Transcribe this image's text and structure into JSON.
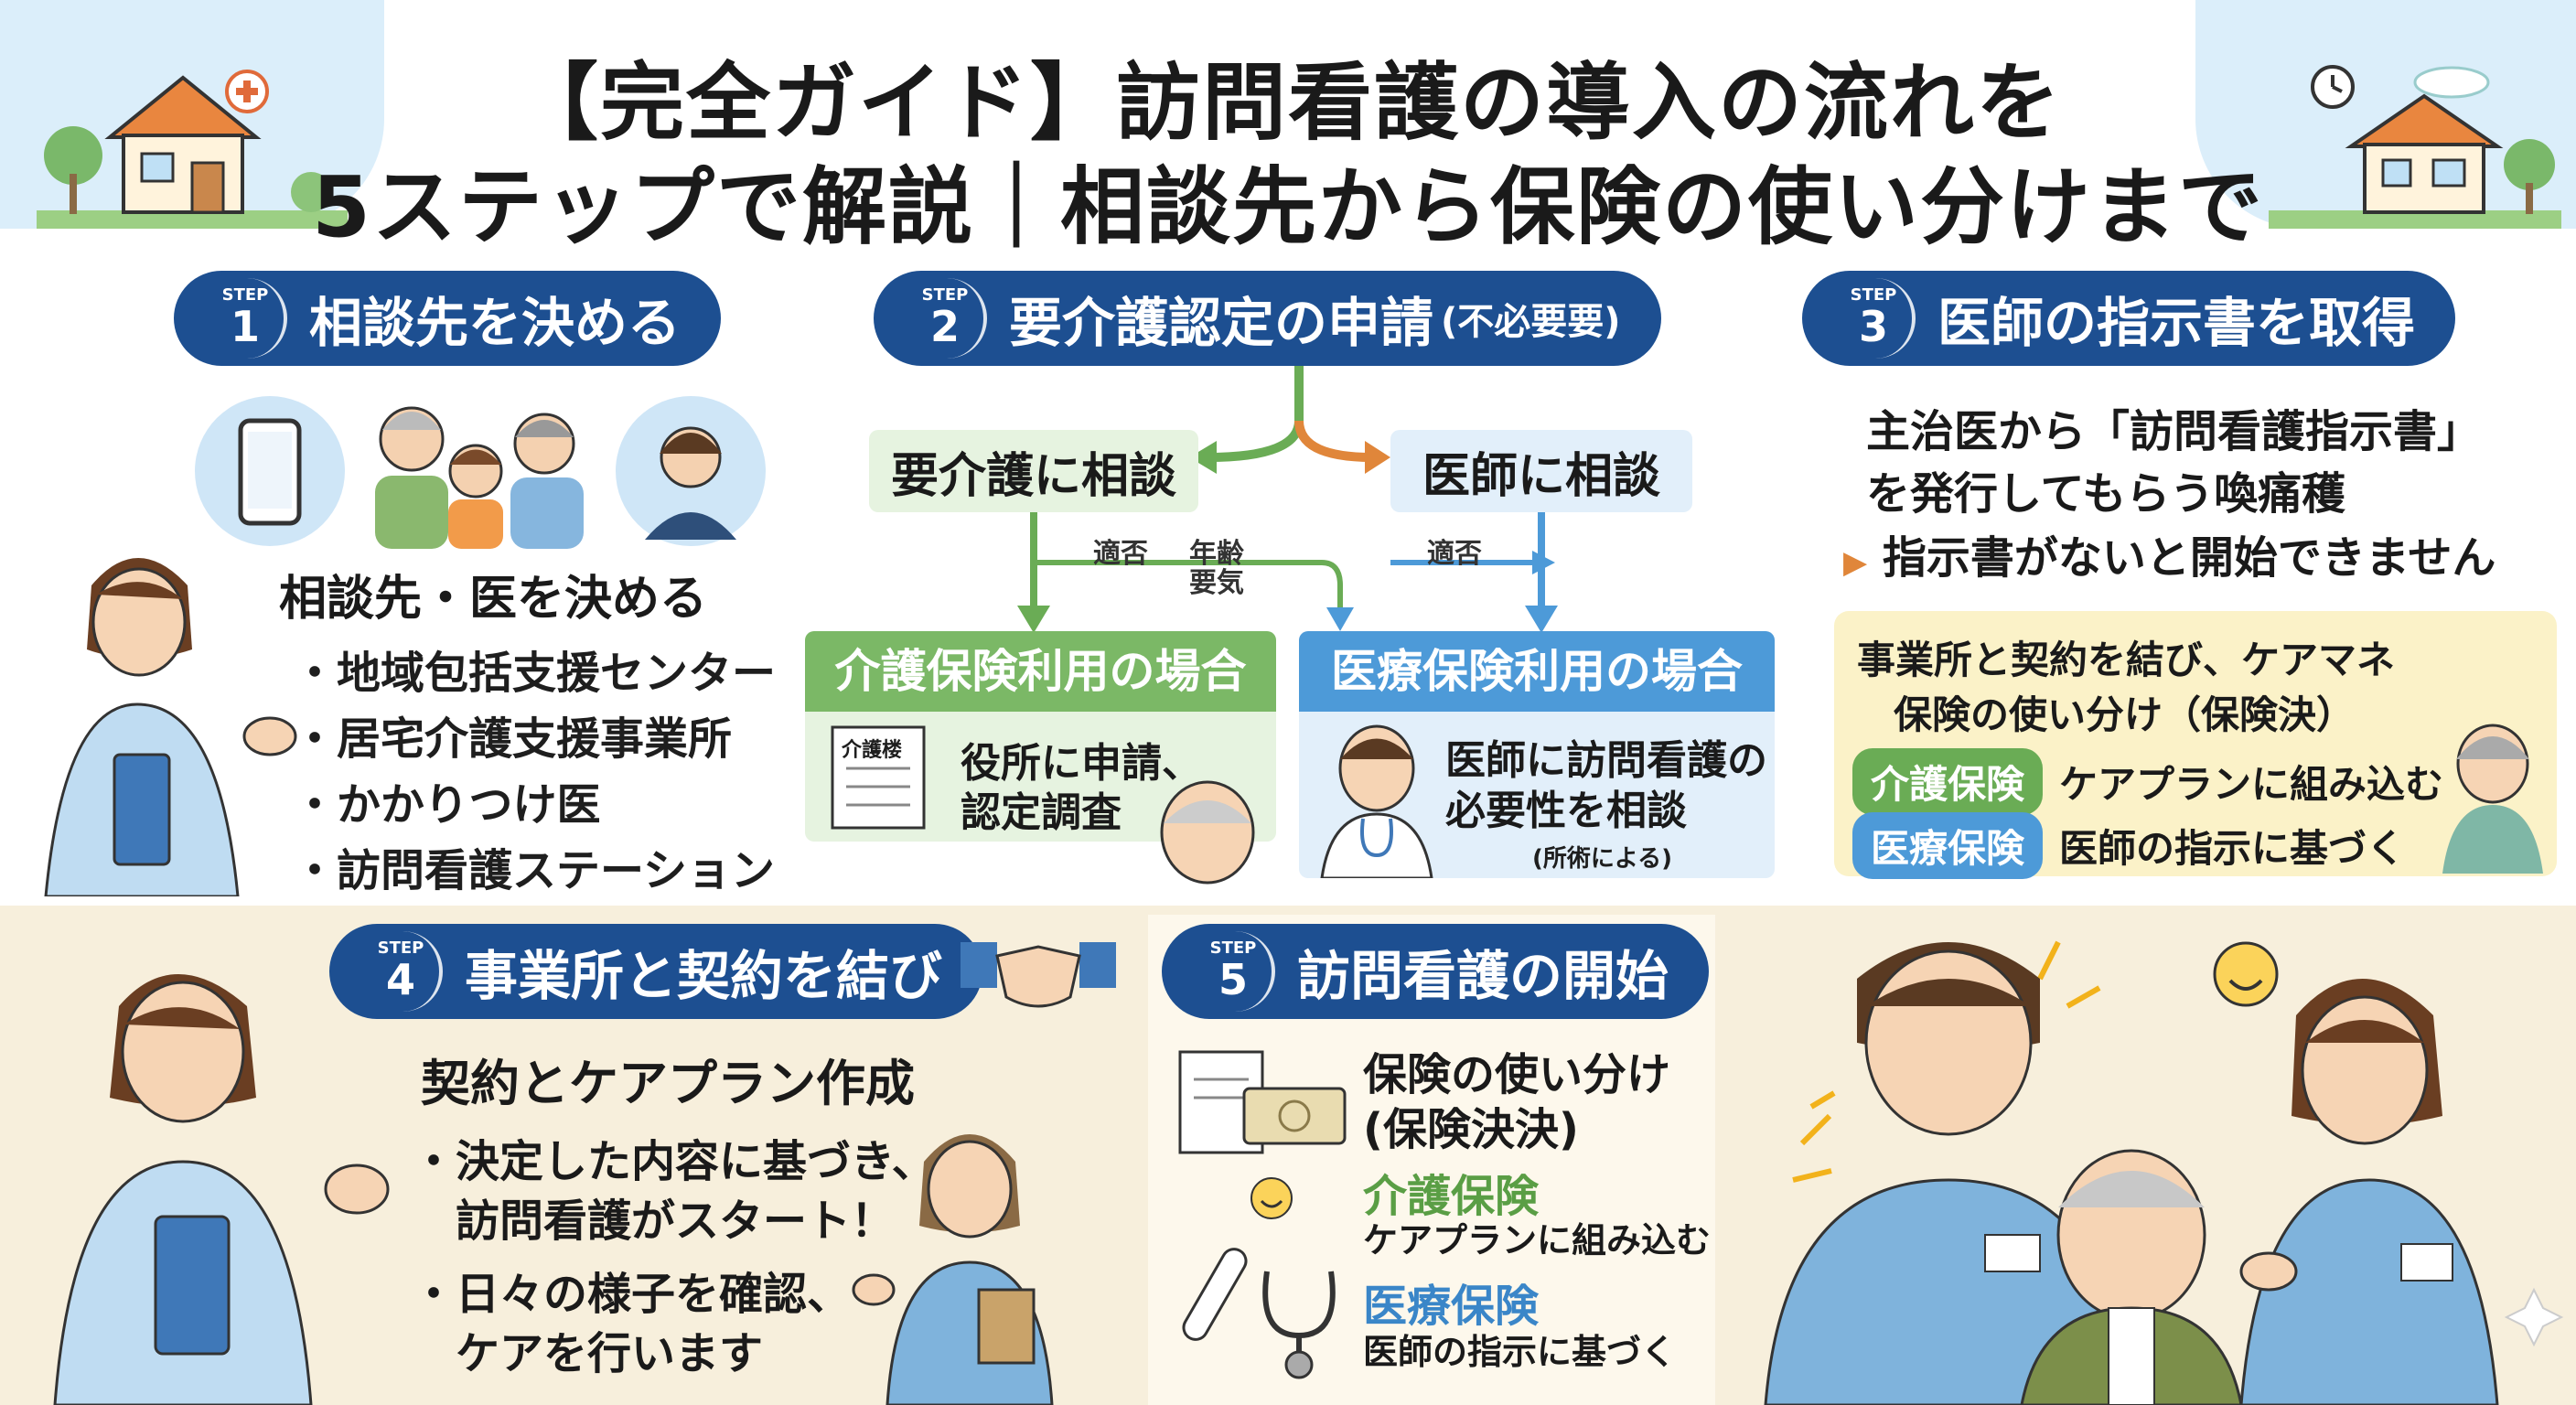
{
  "header": {
    "title_line1": "【完全ガイド】訪問看護の導入の流れを",
    "title_line2": "5ステップで解説｜相談先から保険の使い分けまで"
  },
  "step_word": "STEP",
  "step1": {
    "num": "1",
    "title": "相談先を決める",
    "subtitle": "相談先・医を決める",
    "items": [
      "地域包括支援センター",
      "居宅介護支援事業所",
      "かかりつけ医",
      "訪問看護ステーション"
    ]
  },
  "step2": {
    "num": "2",
    "title": "要介護認定の申請",
    "note": "(不必要要)",
    "left_box": "要介護に相談",
    "right_box": "医師に相談",
    "arrow_label_left": "適否",
    "age_label": "年齢 要気",
    "arrow_label_right": "適否",
    "care_head": "介護保険利用の場合",
    "care_doc": "介護楼",
    "care_text_1": "役所に申請、",
    "care_text_2": "認定調査",
    "med_head": "医療保険利用の場合",
    "med_text_1": "医師に訪問看護の",
    "med_text_2": "必要性を相談",
    "med_note": "(所術による)"
  },
  "step3": {
    "num": "3",
    "title": "医師の指示書を取得",
    "line1": "主治医から「訪問看護指示書」",
    "line2": "を発行してもらう",
    "line2_tail": "喚痛穫",
    "warn": "指示書がないと開始できません",
    "box_line1": "事業所と契約を結び、ケアマネ",
    "box_line2": "保険の使い分け（保険決）",
    "care_tag": "介護保険",
    "care_text": "ケアプランに組み込む",
    "med_tag": "医療保険",
    "med_text": "医師の指示に基づく"
  },
  "step4": {
    "num": "4",
    "title": "事業所と契約を結び",
    "subtitle": "契約とケアプラン作成",
    "b1_1": "決定した内容に基づき、",
    "b1_2": "訪問看護がスタート！",
    "b2_1": "日々の様子を確認、",
    "b2_2": "ケアを行います"
  },
  "step5": {
    "num": "5",
    "title": "訪問看護の開始",
    "line1": "保険の使い分け",
    "line2": "(保険決決)",
    "care_label": "介護保険",
    "care_text": "ケアプランに組み込む",
    "med_label": "医療保険",
    "med_text": "医師の指示に基づく"
  },
  "colors": {
    "navy": "#1d4f91",
    "green": "#7bb866",
    "blue": "#4d9ad8",
    "cream": "#f7efdc",
    "sky": "#dbeefa"
  },
  "icons": [
    "house-icon",
    "smartphone-icon",
    "family-icon",
    "clock-icon",
    "document-icon",
    "doctor-icon",
    "handshake-icon",
    "thermometer-icon",
    "stethoscope-icon",
    "money-icon",
    "smile-icon",
    "nurse-icon"
  ]
}
